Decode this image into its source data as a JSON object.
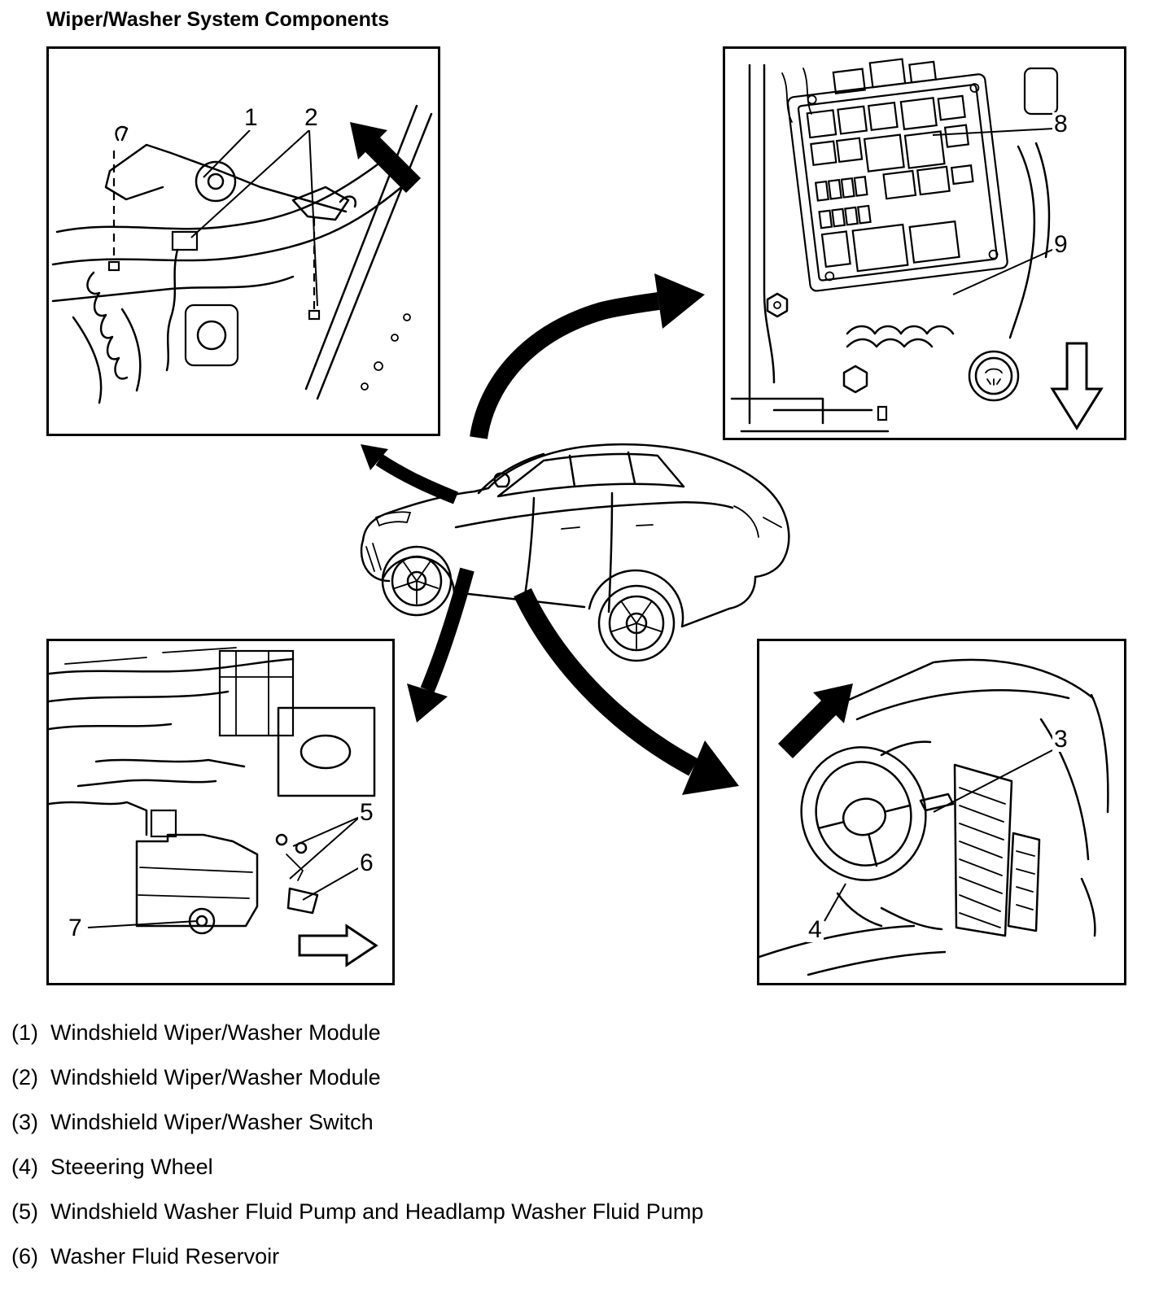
{
  "title": "Wiper/Washer System Components",
  "panels": {
    "top_left": {
      "callouts": [
        "1",
        "2"
      ]
    },
    "top_right": {
      "callouts": [
        "8",
        "9"
      ]
    },
    "bottom_left": {
      "callouts": [
        "5",
        "6",
        "7"
      ]
    },
    "bottom_right": {
      "callouts": [
        "3",
        "4"
      ]
    }
  },
  "icons": {
    "panel_top_left_arrow": "solid-arrow-northwest",
    "panel_top_right_arrow": "outline-arrow-down",
    "panel_bottom_left_arrow": "outline-arrow-right",
    "panel_bottom_right_arrow": "solid-arrow-northeast",
    "center": "sedan-line-drawing"
  },
  "colors": {
    "line": "#000000",
    "background": "#ffffff"
  },
  "legend": [
    {
      "number": "(1)",
      "label": "Windshield Wiper/Washer Module"
    },
    {
      "number": "(2)",
      "label": "Windshield Wiper/Washer Module"
    },
    {
      "number": "(3)",
      "label": "Windshield Wiper/Washer Switch"
    },
    {
      "number": "(4)",
      "label": "Steeering Wheel"
    },
    {
      "number": "(5)",
      "label": "Windshield Washer Fluid Pump and Headlamp Washer Fluid Pump"
    },
    {
      "number": "(6)",
      "label": "Washer Fluid Reservoir"
    }
  ]
}
